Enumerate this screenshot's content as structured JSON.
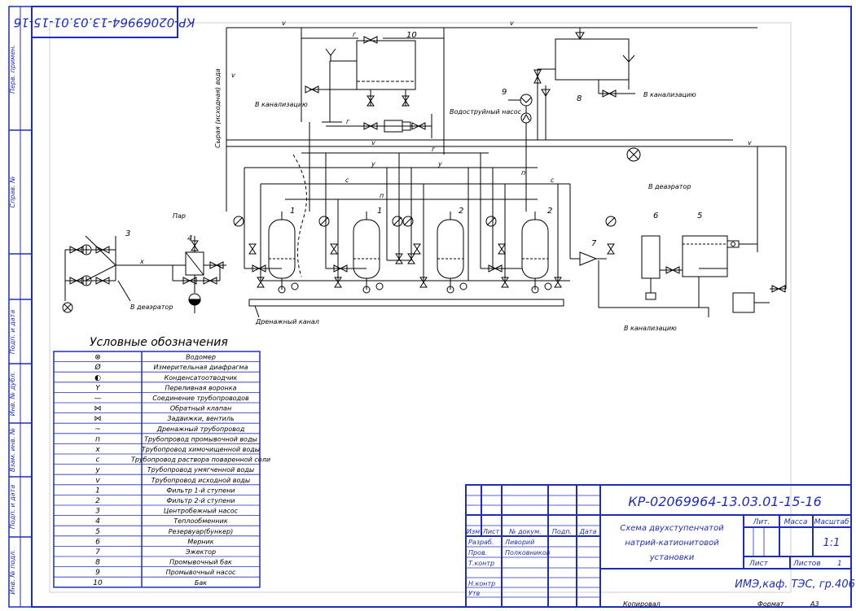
{
  "stamp_rotated": "КР-02069964-13.03.01-15-16",
  "side_labels": [
    "Перв. примен.",
    "Справ. №",
    "Подп. и дата",
    "Инв. № дубл.",
    "Взам. инв. №",
    "Подп. и дата",
    "Инв. № подл."
  ],
  "diagram": {
    "labels": {
      "n10": "10",
      "n9": "9",
      "n8": "8",
      "n3": "3",
      "n4": "4",
      "n1a": "1",
      "n1b": "1",
      "n2a": "2",
      "n2b": "2",
      "n7": "7",
      "n6": "6",
      "n5": "5",
      "sewer1": "В канализацию",
      "sewer2": "В канализацию",
      "sewer3": "В канализацию",
      "raw_water": "Сырая (исходная) вода",
      "wash_pump": "Водоструйный насос",
      "par": "Пар",
      "aerator1": "В деаэратор",
      "aerator2": "В деаэратор",
      "drain": "Дренажный канал",
      "letters": {
        "v": "v",
        "g": "г",
        "x": "x",
        "y": "у",
        "n": "п",
        "c": "с"
      }
    }
  },
  "legend": {
    "title": "Условные обозначения",
    "rows": [
      {
        "sym": "⊗",
        "desc": "Водомер"
      },
      {
        "sym": "Ø",
        "desc": "Измерительная диафрагма"
      },
      {
        "sym": "◐",
        "desc": "Конденсатоотводчик"
      },
      {
        "sym": "Y",
        "desc": "Переливная воронка"
      },
      {
        "sym": "—",
        "desc": "Соединение трубопроводов"
      },
      {
        "sym": "⋈",
        "desc": "Обратный клапан"
      },
      {
        "sym": "⋈",
        "desc": "Задвижки, вентиль"
      },
      {
        "sym": "~",
        "desc": "Дренажный трубопровод"
      },
      {
        "sym": "п",
        "desc": "Трубопровод промывочной воды"
      },
      {
        "sym": "x",
        "desc": "Трубопровод химочищенной воды"
      },
      {
        "sym": "с",
        "desc": "Трубопровод раствора поваренной соли"
      },
      {
        "sym": "у",
        "desc": "Трубопровод умягченной воды"
      },
      {
        "sym": "v",
        "desc": "Трубопровод исходной воды"
      },
      {
        "sym": "1",
        "desc": "Фильтр 1-й ступени"
      },
      {
        "sym": "2",
        "desc": "Фильтр 2-й ступени"
      },
      {
        "sym": "3",
        "desc": "Центробежный насос"
      },
      {
        "sym": "4",
        "desc": "Теплообменник"
      },
      {
        "sym": "5",
        "desc": "Резервуар(бункер)"
      },
      {
        "sym": "6",
        "desc": "Мерник"
      },
      {
        "sym": "7",
        "desc": "Эжектор"
      },
      {
        "sym": "8",
        "desc": "Промывочный бак"
      },
      {
        "sym": "9",
        "desc": "Промывочный насос"
      },
      {
        "sym": "10",
        "desc": "Бак"
      }
    ]
  },
  "title_block": {
    "code": "КР-02069964-13.03.01-15-16",
    "name": [
      "Схема двухступенчатой",
      "натрий-катионитовой",
      "установки"
    ],
    "cols": [
      "Изм",
      "Лист",
      "№ докум.",
      "Подп.",
      "Дата"
    ],
    "razrab_label": "Разраб.",
    "razrab_name": "Ливорий",
    "prov_label": "Пров.",
    "prov_name": "Полковников",
    "tkontr": "Т.контр",
    "nkontr": "Н.контр",
    "utv": "Утв",
    "lit": "Лит.",
    "massa": "Масса",
    "masshtab": "Масштаб",
    "scale_value": "1:1",
    "list_label": "Лист",
    "listov_label": "Листов",
    "listov_value": "1",
    "org": "ИМЭ,каф. ТЭС, гр.406",
    "kopiroval": "Копировал",
    "format_label": "Формат",
    "format_value": "А3"
  }
}
